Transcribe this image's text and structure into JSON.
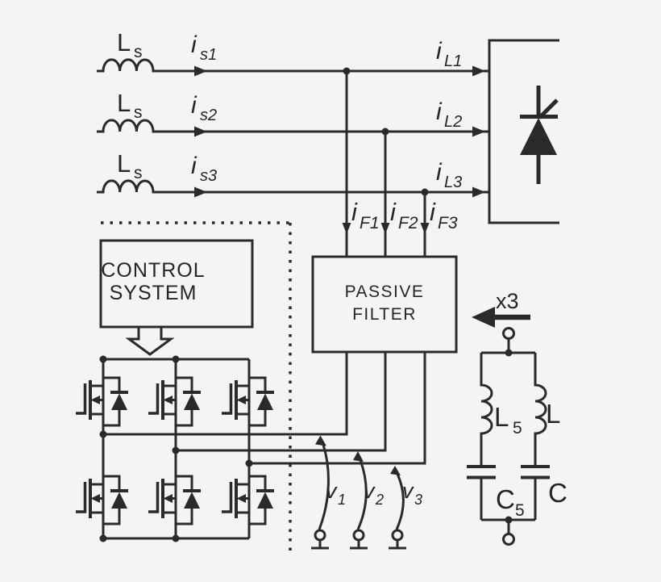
{
  "colors": {
    "background": "#f5f4f5",
    "line": "#2a2a2d",
    "text": "#252528"
  },
  "labels": {
    "source_inductor": {
      "main": "L",
      "sub": "s"
    },
    "source_currents": [
      {
        "main": "i",
        "sub": "s1"
      },
      {
        "main": "i",
        "sub": "s2"
      },
      {
        "main": "i",
        "sub": "s3"
      }
    ],
    "line_currents": [
      {
        "main": "i",
        "sub": "L1"
      },
      {
        "main": "i",
        "sub": "L2"
      },
      {
        "main": "i",
        "sub": "L3"
      }
    ],
    "filter_currents": [
      {
        "main": "i",
        "sub": "F1"
      },
      {
        "main": "i",
        "sub": "F2"
      },
      {
        "main": "i",
        "sub": "F3"
      }
    ],
    "voltages": [
      {
        "main": "v",
        "sub": "1"
      },
      {
        "main": "v",
        "sub": "2"
      },
      {
        "main": "v",
        "sub": "3"
      }
    ],
    "control_box": {
      "line1": "CONTROL",
      "line2": "SYSTEM"
    },
    "filter_box": {
      "line1": "PASSIVE",
      "line2": "FILTER"
    },
    "multiplier": "x3",
    "branch": {
      "inductor_main": "L",
      "inductor_sub": "5",
      "inductor2_main": "L",
      "capacitor_main": "C",
      "capacitor_sub": "5",
      "capacitor2_main": "C"
    }
  }
}
